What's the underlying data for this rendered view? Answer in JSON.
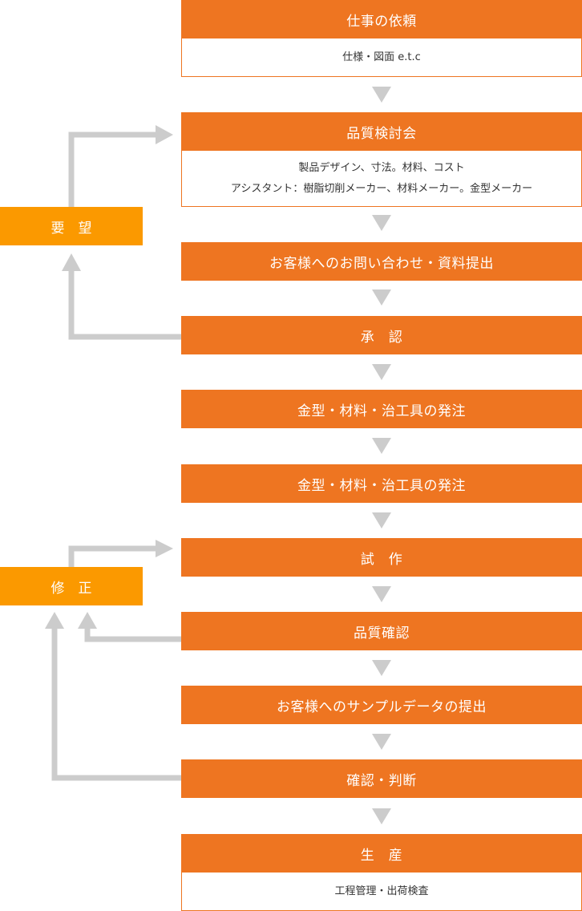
{
  "colors": {
    "step": "#ee7521",
    "side": "#fb9900",
    "connector": "#cccccc",
    "text_on_color": "#ffffff",
    "desc_text": "#333333"
  },
  "steps": [
    {
      "title": "仕事の依頼",
      "desc": [
        "仕様・図面 e.t.c"
      ]
    },
    {
      "title": "品質検討会",
      "desc": [
        "製品デザイン、寸法。材料、コスト",
        "アシスタント：樹脂切削メーカー、材料メーカー。金型メーカー"
      ]
    },
    {
      "title": "お客様へのお問い合わせ・資料提出"
    },
    {
      "title": "承　認"
    },
    {
      "title": "金型・材料・治工具の発注"
    },
    {
      "title": "金型・材料・治工具の発注"
    },
    {
      "title": "試　作"
    },
    {
      "title": "品質確認"
    },
    {
      "title": "お客様へのサンプルデータの提出"
    },
    {
      "title": "確認・判断"
    },
    {
      "title": "生　産",
      "desc": [
        "工程管理・出荷検査"
      ]
    }
  ],
  "side_boxes": [
    {
      "label": "要　望",
      "from_steps": [
        "承　認"
      ],
      "to_step": "品質検討会"
    },
    {
      "label": "修　正",
      "from_steps": [
        "品質確認",
        "確認・判断"
      ],
      "to_step": "試　作"
    }
  ]
}
